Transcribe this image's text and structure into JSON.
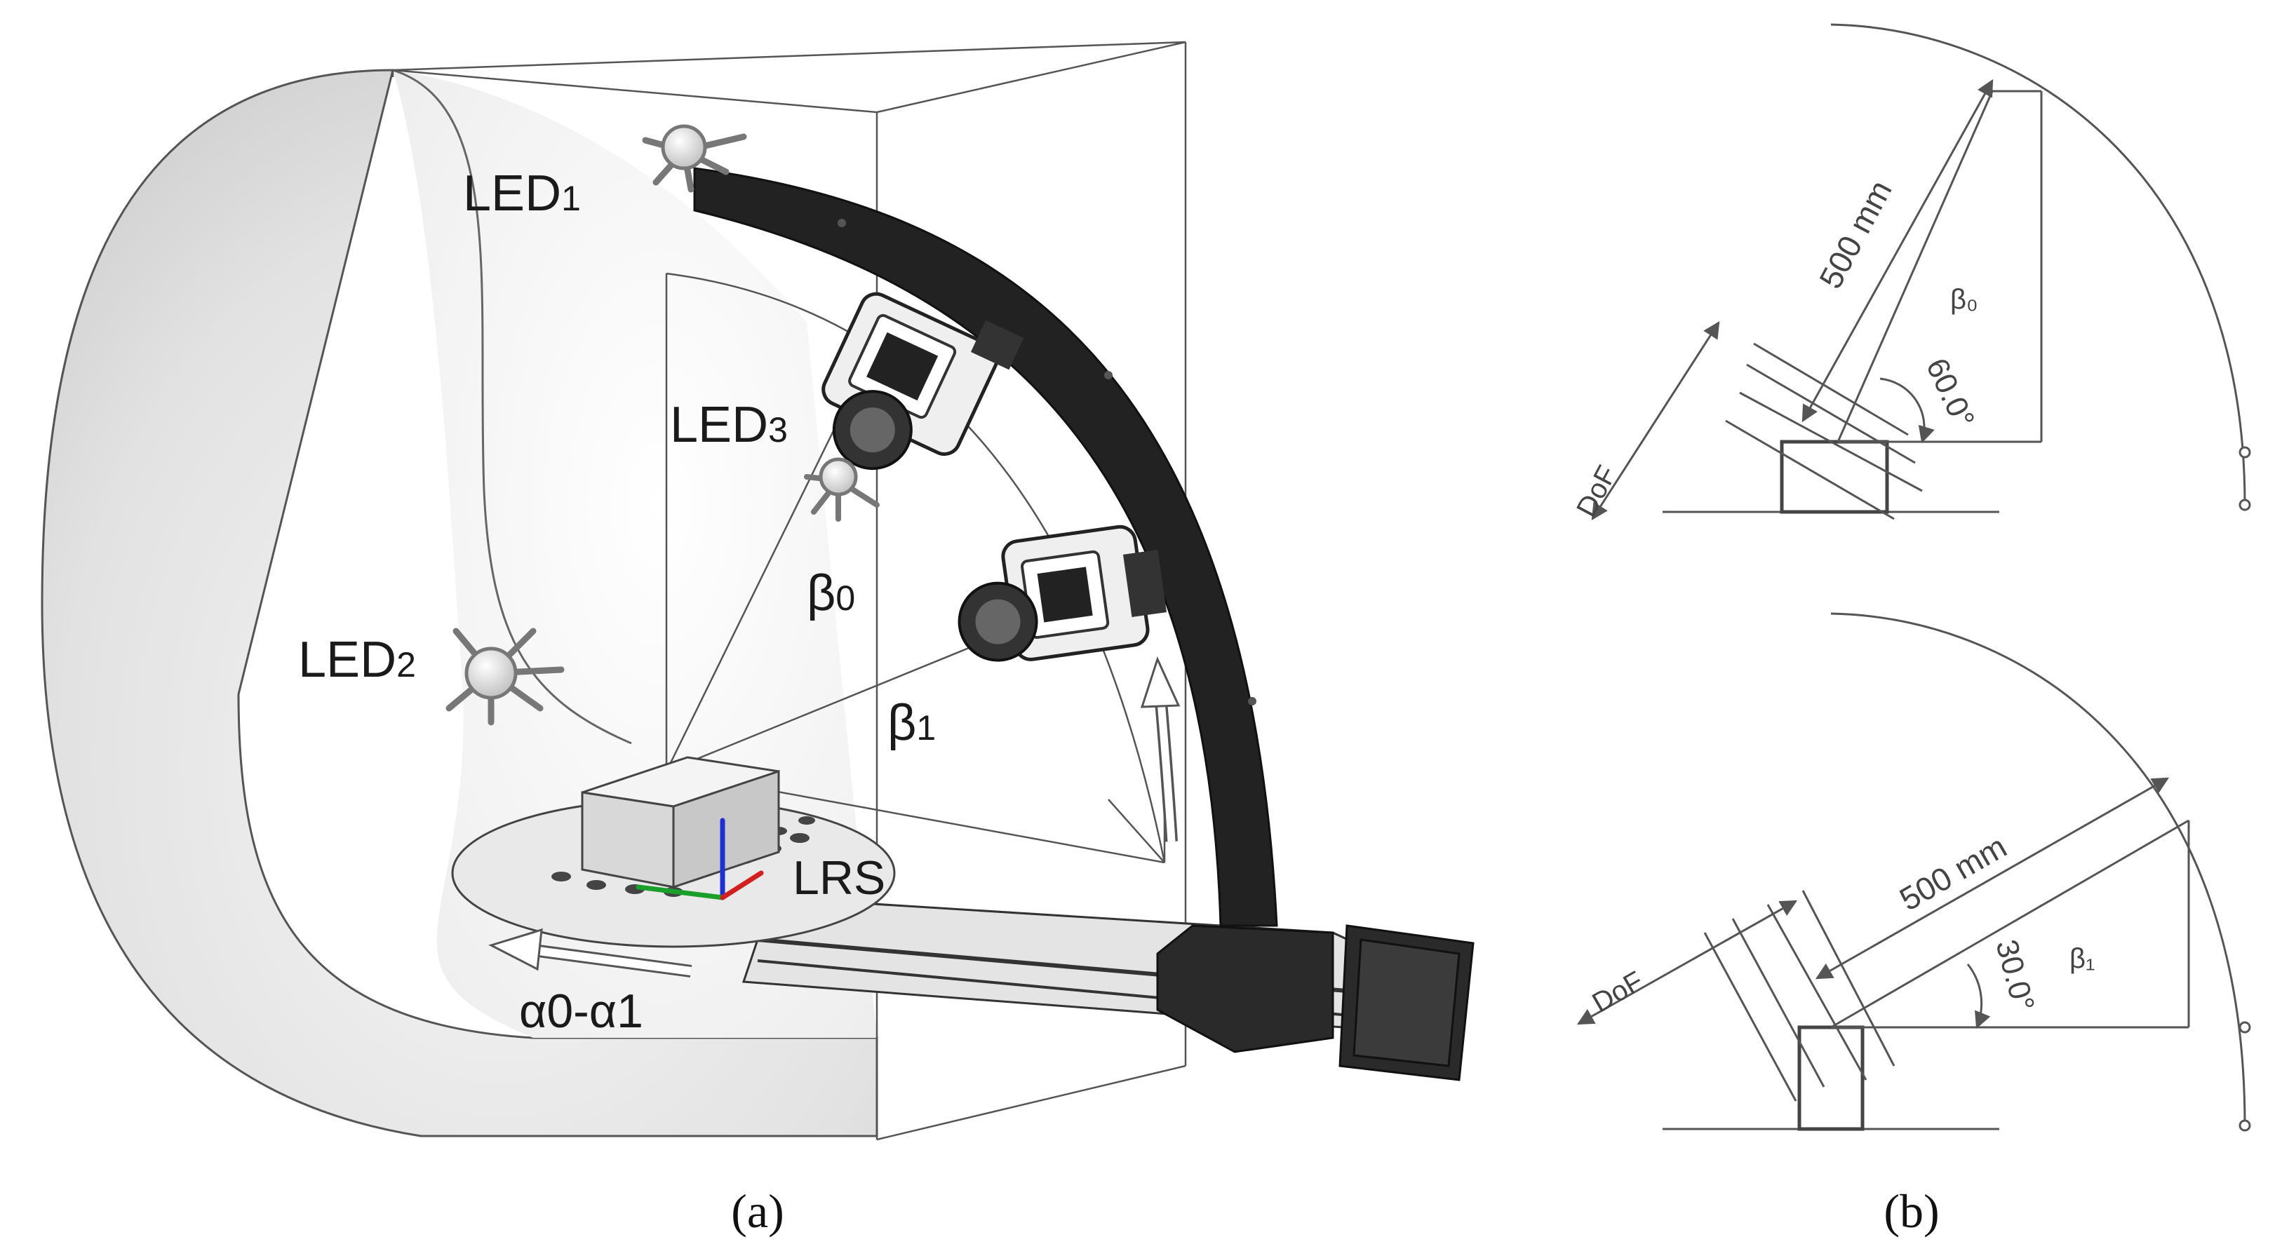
{
  "panel_a": {
    "led1": "LED",
    "led1_sub": "1",
    "led2": "LED",
    "led2_sub": "2",
    "led3": "LED",
    "led3_sub": "3",
    "beta0": "β",
    "beta0_sub": "0",
    "beta1": "β",
    "beta1_sub": "1",
    "lrs": "LRS",
    "alpha_range": "α0-α1",
    "caption": "(a)"
  },
  "panel_b": {
    "top": {
      "distance": "500 mm",
      "angle": "60.0°",
      "beta": "β₀",
      "dof": "DoF"
    },
    "bottom": {
      "distance": "500 mm",
      "angle": "30.0°",
      "beta": "β₁",
      "dof": "DoF"
    },
    "caption": "(b)"
  },
  "colors": {
    "arm": "#222222",
    "drum": "#dddddd",
    "axis_x": "#1aa02a",
    "axis_y": "#d21f1f",
    "axis_z": "#1f2fd2"
  }
}
